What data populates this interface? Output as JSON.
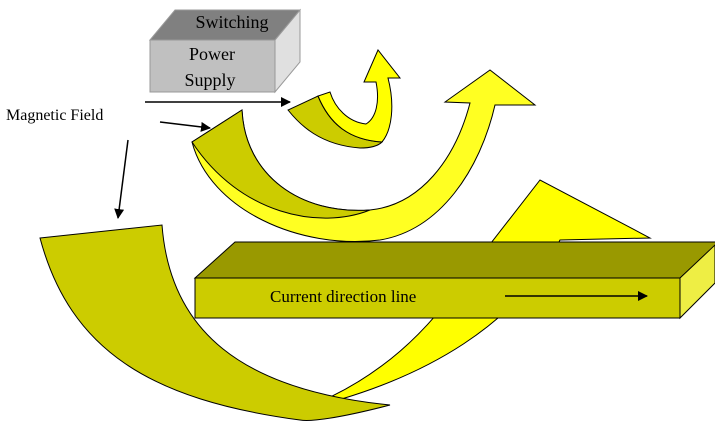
{
  "power_supply": {
    "line1": "Switching",
    "line2": "Power",
    "line3": "Supply"
  },
  "magnetic_field": {
    "label": "Magnetic Field"
  },
  "current_bar": {
    "label": "Current direction line"
  },
  "colors": {
    "arrow_fill": "#ffff00",
    "arrow_fill_front": "#cccc00",
    "arrow_fill_back": "#ffff33",
    "bar_top": "#999900",
    "bar_front": "#cccc00",
    "bar_end": "#eeee44",
    "box_top": "#808080",
    "box_front": "#c0c0c0",
    "box_side": "#e0e0e0"
  }
}
